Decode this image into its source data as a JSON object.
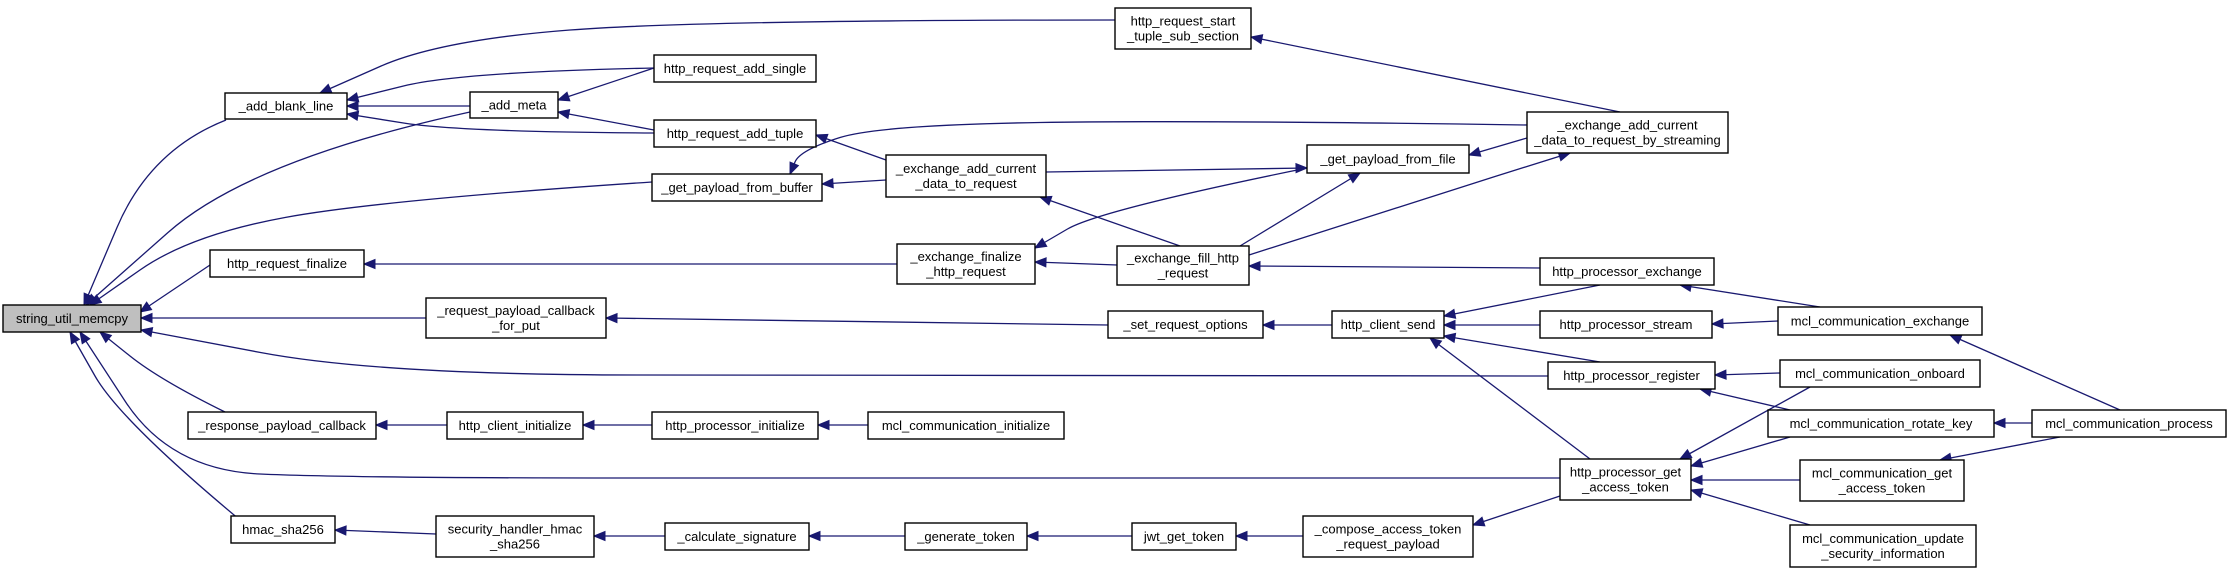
{
  "graph": {
    "nodes": {
      "root": {
        "lines": [
          "string_util_memcpy"
        ]
      },
      "add_blank_line": {
        "lines": [
          "_add_blank_line"
        ]
      },
      "add_meta": {
        "lines": [
          "_add_meta"
        ]
      },
      "get_payload_from_buffer": {
        "lines": [
          "_get_payload_from_buffer"
        ]
      },
      "http_request_finalize": {
        "lines": [
          "http_request_finalize"
        ]
      },
      "request_payload_callback_for_put": {
        "lines": [
          "_request_payload_callback",
          "_for_put"
        ]
      },
      "response_payload_callback": {
        "lines": [
          "_response_payload_callback"
        ]
      },
      "hmac_sha256": {
        "lines": [
          "hmac_sha256"
        ]
      },
      "http_request_start_tuple_sub_section": {
        "lines": [
          "http_request_start",
          "_tuple_sub_section"
        ]
      },
      "http_request_add_single": {
        "lines": [
          "http_request_add_single"
        ]
      },
      "http_request_add_tuple": {
        "lines": [
          "http_request_add_tuple"
        ]
      },
      "exchange_add_current_data_to_request": {
        "lines": [
          "_exchange_add_current",
          "_data_to_request"
        ]
      },
      "exchange_finalize_http_request": {
        "lines": [
          "_exchange_finalize",
          "_http_request"
        ]
      },
      "exchange_fill_http_request": {
        "lines": [
          "_exchange_fill_http",
          "_request"
        ]
      },
      "get_payload_from_file": {
        "lines": [
          "_get_payload_from_file"
        ]
      },
      "exchange_add_current_data_to_request_by_streaming": {
        "lines": [
          "_exchange_add_current",
          "_data_to_request_by_streaming"
        ]
      },
      "set_request_options": {
        "lines": [
          "_set_request_options"
        ]
      },
      "http_client_send": {
        "lines": [
          "http_client_send"
        ]
      },
      "http_processor_exchange": {
        "lines": [
          "http_processor_exchange"
        ]
      },
      "http_processor_stream": {
        "lines": [
          "http_processor_stream"
        ]
      },
      "http_processor_register": {
        "lines": [
          "http_processor_register"
        ]
      },
      "http_processor_get_access_token": {
        "lines": [
          "http_processor_get",
          "_access_token"
        ]
      },
      "mcl_communication_exchange": {
        "lines": [
          "mcl_communication_exchange"
        ]
      },
      "mcl_communication_onboard": {
        "lines": [
          "mcl_communication_onboard"
        ]
      },
      "mcl_communication_rotate_key": {
        "lines": [
          "mcl_communication_rotate_key"
        ]
      },
      "mcl_communication_process": {
        "lines": [
          "mcl_communication_process"
        ]
      },
      "mcl_communication_get_access_token": {
        "lines": [
          "mcl_communication_get",
          "_access_token"
        ]
      },
      "mcl_communication_update_security_information": {
        "lines": [
          "mcl_communication_update",
          "_security_information"
        ]
      },
      "http_client_initialize": {
        "lines": [
          "http_client_initialize"
        ]
      },
      "http_processor_initialize": {
        "lines": [
          "http_processor_initialize"
        ]
      },
      "mcl_communication_initialize": {
        "lines": [
          "mcl_communication_initialize"
        ]
      },
      "security_handler_hmac_sha256": {
        "lines": [
          "security_handler_hmac",
          "_sha256"
        ]
      },
      "calculate_signature": {
        "lines": [
          "_calculate_signature"
        ]
      },
      "generate_token": {
        "lines": [
          "_generate_token"
        ]
      },
      "jwt_get_token": {
        "lines": [
          "jwt_get_token"
        ]
      },
      "compose_access_token_request_payload": {
        "lines": [
          "_compose_access_token",
          "_request_payload"
        ]
      }
    },
    "edges": [
      {
        "from": "add_blank_line",
        "to": "root"
      },
      {
        "from": "add_meta",
        "to": "root"
      },
      {
        "from": "get_payload_from_buffer",
        "to": "root"
      },
      {
        "from": "http_request_finalize",
        "to": "root"
      },
      {
        "from": "request_payload_callback_for_put",
        "to": "root"
      },
      {
        "from": "http_processor_register",
        "to": "root"
      },
      {
        "from": "response_payload_callback",
        "to": "root"
      },
      {
        "from": "http_processor_get_access_token",
        "to": "root"
      },
      {
        "from": "hmac_sha256",
        "to": "root"
      },
      {
        "from": "http_request_start_tuple_sub_section",
        "to": "add_blank_line"
      },
      {
        "from": "http_request_add_single",
        "to": "add_blank_line"
      },
      {
        "from": "add_meta",
        "to": "add_blank_line"
      },
      {
        "from": "http_request_add_tuple",
        "to": "add_blank_line"
      },
      {
        "from": "http_request_add_single",
        "to": "add_meta"
      },
      {
        "from": "http_request_add_tuple",
        "to": "add_meta"
      },
      {
        "from": "exchange_add_current_data_to_request",
        "to": "get_payload_from_buffer"
      },
      {
        "from": "exchange_add_current_data_to_request_by_streaming",
        "to": "get_payload_from_buffer"
      },
      {
        "from": "exchange_finalize_http_request",
        "to": "http_request_finalize"
      },
      {
        "from": "set_request_options",
        "to": "request_payload_callback_for_put"
      },
      {
        "from": "exchange_add_current_data_to_request_by_streaming",
        "to": "http_request_start_tuple_sub_section"
      },
      {
        "from": "exchange_add_current_data_to_request",
        "to": "http_request_add_tuple"
      },
      {
        "from": "exchange_fill_http_request",
        "to": "exchange_add_current_data_to_request"
      },
      {
        "from": "exchange_fill_http_request",
        "to": "exchange_finalize_http_request"
      },
      {
        "from": "get_payload_from_file",
        "to": "exchange_finalize_http_request"
      },
      {
        "from": "exchange_add_current_data_to_request",
        "to": "get_payload_from_file"
      },
      {
        "from": "exchange_fill_http_request",
        "to": "get_payload_from_file"
      },
      {
        "from": "exchange_add_current_data_to_request_by_streaming",
        "to": "get_payload_from_file"
      },
      {
        "from": "exchange_fill_http_request",
        "to": "exchange_add_current_data_to_request_by_streaming"
      },
      {
        "from": "http_processor_exchange",
        "to": "exchange_fill_http_request"
      },
      {
        "from": "http_client_send",
        "to": "set_request_options"
      },
      {
        "from": "http_processor_exchange",
        "to": "http_client_send"
      },
      {
        "from": "http_processor_stream",
        "to": "http_client_send"
      },
      {
        "from": "http_processor_register",
        "to": "http_client_send"
      },
      {
        "from": "http_processor_get_access_token",
        "to": "http_client_send"
      },
      {
        "from": "mcl_communication_exchange",
        "to": "http_processor_exchange"
      },
      {
        "from": "mcl_communication_exchange",
        "to": "http_processor_stream"
      },
      {
        "from": "mcl_communication_onboard",
        "to": "http_processor_register"
      },
      {
        "from": "mcl_communication_rotate_key",
        "to": "http_processor_register"
      },
      {
        "from": "mcl_communication_onboard",
        "to": "http_processor_get_access_token"
      },
      {
        "from": "mcl_communication_rotate_key",
        "to": "http_processor_get_access_token"
      },
      {
        "from": "mcl_communication_get_access_token",
        "to": "http_processor_get_access_token"
      },
      {
        "from": "mcl_communication_update_security_information",
        "to": "http_processor_get_access_token"
      },
      {
        "from": "mcl_communication_process",
        "to": "mcl_communication_exchange"
      },
      {
        "from": "mcl_communication_process",
        "to": "mcl_communication_rotate_key"
      },
      {
        "from": "mcl_communication_process",
        "to": "mcl_communication_get_access_token"
      },
      {
        "from": "http_client_initialize",
        "to": "response_payload_callback"
      },
      {
        "from": "http_processor_initialize",
        "to": "http_client_initialize"
      },
      {
        "from": "mcl_communication_initialize",
        "to": "http_processor_initialize"
      },
      {
        "from": "security_handler_hmac_sha256",
        "to": "hmac_sha256"
      },
      {
        "from": "calculate_signature",
        "to": "security_handler_hmac_sha256"
      },
      {
        "from": "generate_token",
        "to": "calculate_signature"
      },
      {
        "from": "jwt_get_token",
        "to": "generate_token"
      },
      {
        "from": "compose_access_token_request_payload",
        "to": "jwt_get_token"
      },
      {
        "from": "http_processor_get_access_token",
        "to": "compose_access_token_request_payload"
      }
    ]
  }
}
